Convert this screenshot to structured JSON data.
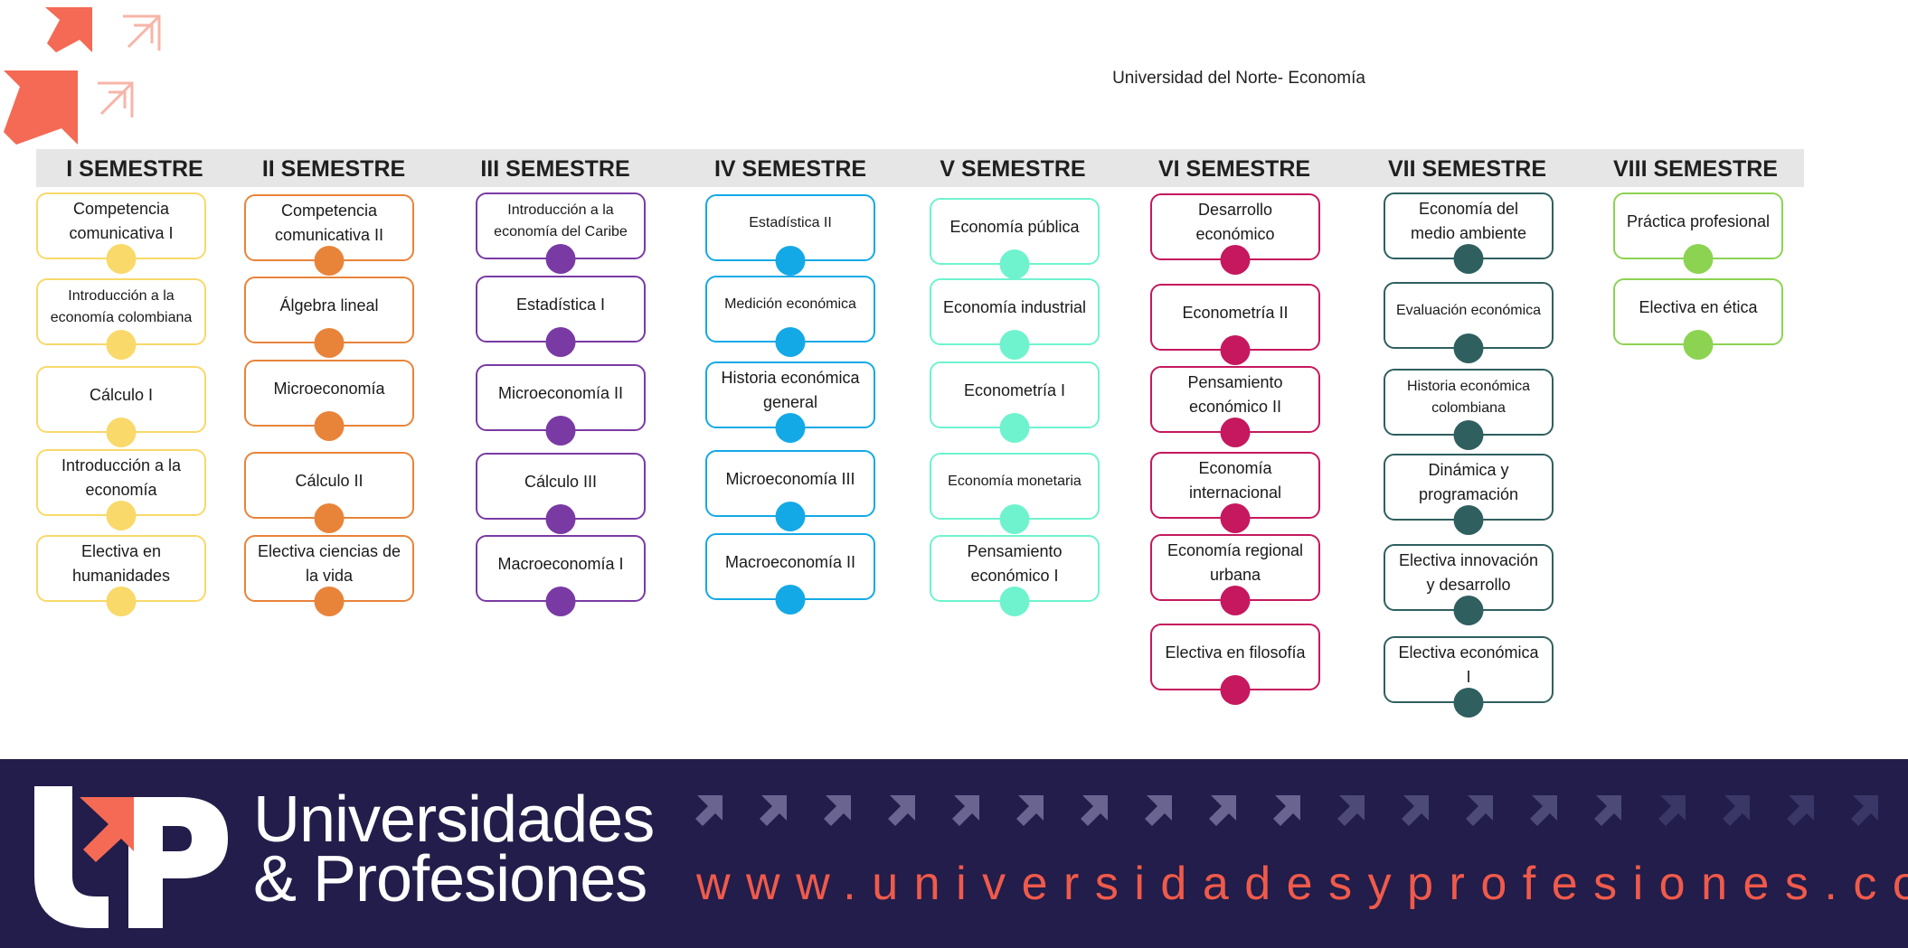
{
  "title": "Universidad del Norte- Economía",
  "colors": {
    "sem1": "#f8d96a",
    "sem2": "#e8843a",
    "sem3": "#7a3aa4",
    "sem4": "#13a9e6",
    "sem5": "#6ff3cf",
    "sem6": "#c5185e",
    "sem7": "#2f5f5f",
    "sem8": "#8cd352",
    "footer_bg": "#221d4a",
    "url_color": "#f05a4a"
  },
  "semesters": [
    {
      "name": "I SEMESTRE",
      "courses": [
        "Competencia comunicativa I",
        "Introducción a la economía colombiana",
        "Cálculo I",
        "Introducción a la economía",
        "Electiva en humanidades"
      ]
    },
    {
      "name": "II SEMESTRE",
      "courses": [
        "Competencia comunicativa II",
        "Álgebra lineal",
        "Microeconomía",
        "Cálculo II",
        "Electiva ciencias de la vida"
      ]
    },
    {
      "name": "III SEMESTRE",
      "courses": [
        "Introducción a la economía del Caribe",
        "Estadística I",
        "Microeconomía II",
        "Cálculo III",
        "Macroeconomía I"
      ]
    },
    {
      "name": "IV SEMESTRE",
      "courses": [
        "Estadística II",
        "Medición económica",
        "Historia económica general",
        "Microeconomía III",
        "Macroeconomía II"
      ]
    },
    {
      "name": "V SEMESTRE",
      "courses": [
        "Economía pública",
        "Economía industrial",
        "Econometría I",
        "Economía monetaria",
        "Pensamiento económico I"
      ]
    },
    {
      "name": "VI SEMESTRE",
      "courses": [
        "Desarrollo económico",
        "Econometría II",
        "Pensamiento económico II",
        "Economía internacional",
        "Economía regional urbana",
        "Electiva en filosofía"
      ]
    },
    {
      "name": "VII SEMESTRE",
      "courses": [
        "Economía del medio ambiente",
        "Evaluación económica",
        "Historia económica colombiana",
        "Dinámica y programación",
        "Electiva innovación y desarrollo",
        "Electiva económica I"
      ]
    },
    {
      "name": "VIII SEMESTRE",
      "courses": [
        "Práctica profesional",
        "Electiva en ética"
      ]
    }
  ],
  "footer": {
    "brand_line1": "Universidades",
    "brand_line2": "& Profesiones",
    "url": "www.universidadesyprofesiones.com"
  }
}
